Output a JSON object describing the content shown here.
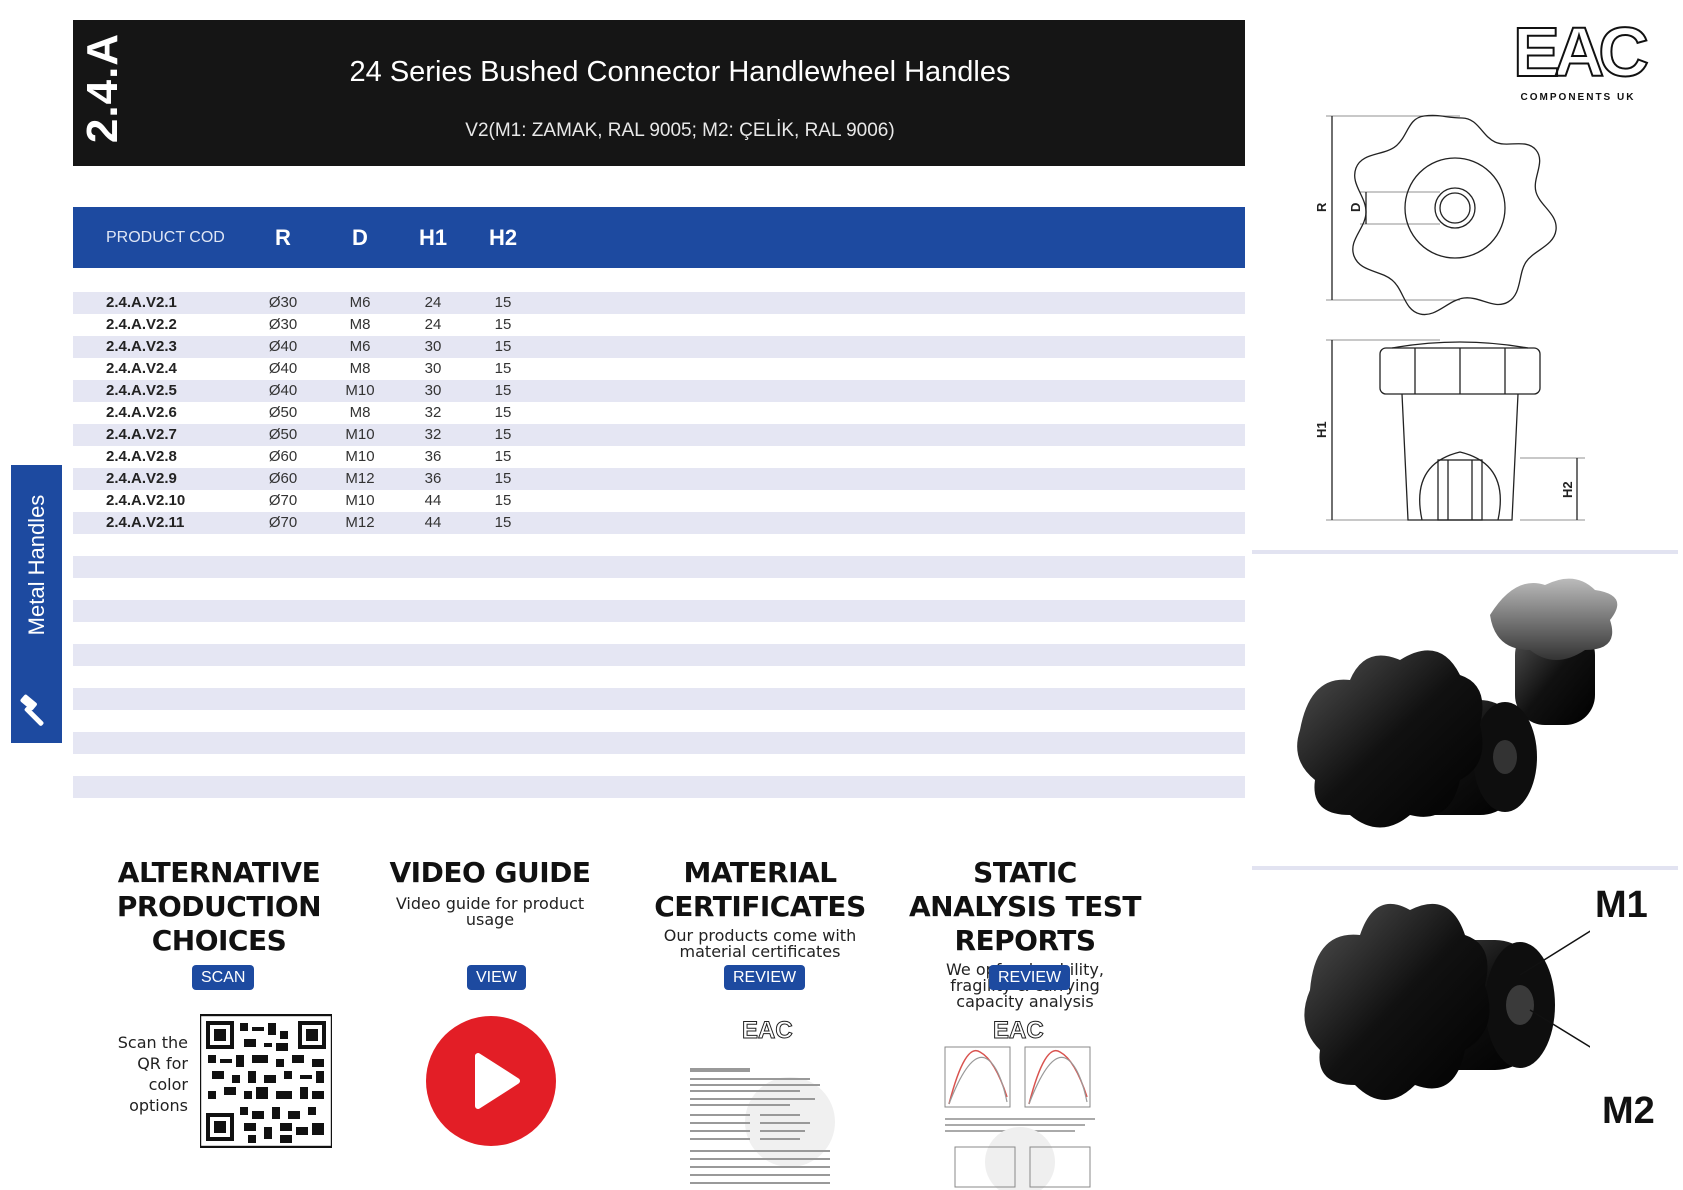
{
  "header": {
    "code": "2.4.A",
    "title": "24 Series Bushed Connector Handlewheel Handles",
    "subtitle": "V2(M1: ZAMAK, RAL 9005; M2: ÇELİK, RAL  9006)"
  },
  "table": {
    "columns": [
      "PRODUCT COD",
      "R",
      "D",
      "H1",
      "H2"
    ],
    "rows": [
      [
        "2.4.A.V2.1",
        "Ø30",
        "M6",
        "24",
        "15"
      ],
      [
        "2.4.A.V2.2",
        "Ø30",
        "M8",
        "24",
        "15"
      ],
      [
        "2.4.A.V2.3",
        "Ø40",
        "M6",
        "30",
        "15"
      ],
      [
        "2.4.A.V2.4",
        "Ø40",
        "M8",
        "30",
        "15"
      ],
      [
        "2.4.A.V2.5",
        "Ø40",
        "M10",
        "30",
        "15"
      ],
      [
        "2.4.A.V2.6",
        "Ø50",
        "M8",
        "32",
        "15"
      ],
      [
        "2.4.A.V2.7",
        "Ø50",
        "M10",
        "32",
        "15"
      ],
      [
        "2.4.A.V2.8",
        "Ø60",
        "M10",
        "36",
        "15"
      ],
      [
        "2.4.A.V2.9",
        "Ø60",
        "M12",
        "36",
        "15"
      ],
      [
        "2.4.A.V2.10",
        "Ø70",
        "M10",
        "44",
        "15"
      ],
      [
        "2.4.A.V2.11",
        "Ø70",
        "M12",
        "44",
        "15"
      ]
    ]
  },
  "side_tab": {
    "label": "Metal Handles",
    "icon": "hammer-icon"
  },
  "sections": {
    "alternative": {
      "title": "ALTERNATIVE PRODUCTION CHOICES",
      "button": "SCAN",
      "scan_text": "Scan the QR for color options"
    },
    "video": {
      "title": "VIDEO GUIDE",
      "desc": "Video guide for product usage",
      "button": "VIEW",
      "icon": "play-icon"
    },
    "material": {
      "title": "MATERIAL CERTIFICATES",
      "desc": "Our products come with material certificates",
      "button": "REVIEW"
    },
    "static": {
      "title": "STATIC ANALYSIS TEST REPORTS",
      "desc": "We opfer durability, fragility & carrying capacity analysis",
      "button": "REVIEW"
    }
  },
  "logo": {
    "text": "EAC",
    "sub": "COMPONENTS UK"
  },
  "drawing": {
    "dim_r": "R",
    "dim_d": "D",
    "dim_h1": "H1",
    "dim_h2": "H2"
  },
  "photo_labels": {
    "m1": "M1",
    "m2": "M2"
  },
  "colors": {
    "header_bg": "#151515",
    "accent_blue": "#1d4aa0",
    "stripe": "#e5e6f3",
    "play_red": "#e31e26"
  }
}
